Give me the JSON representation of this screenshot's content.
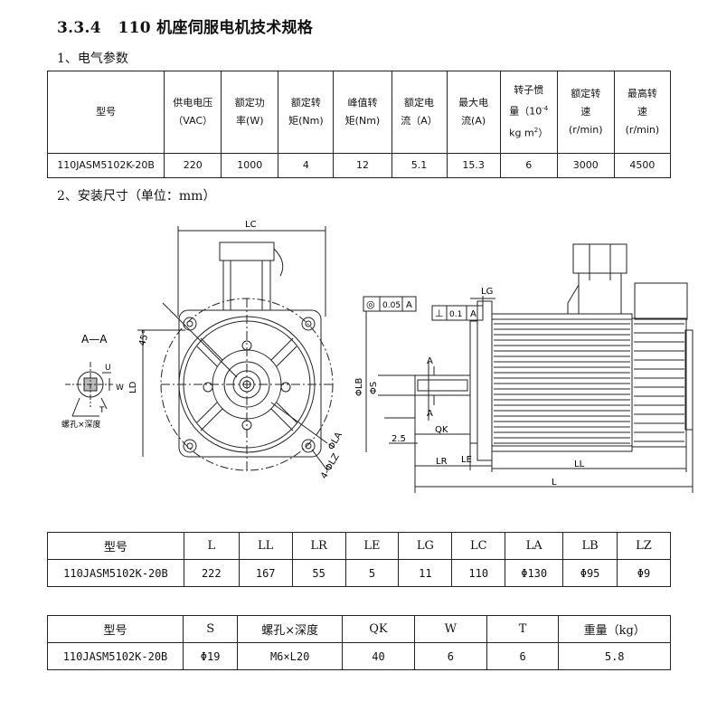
{
  "heading": {
    "number": "3.3.4",
    "text": "110 机座伺服电机技术规格"
  },
  "section1": "1、电气参数",
  "section2": "2、安装尺寸（单位：mm）",
  "elec_table": {
    "headers": [
      [
        "型号"
      ],
      [
        "供电电压",
        "（VAC）"
      ],
      [
        "额定功",
        "率(W)"
      ],
      [
        "额定转",
        "矩(Nm)"
      ],
      [
        "峰值转",
        "矩(Nm)"
      ],
      [
        "额定电",
        "流（A）"
      ],
      [
        "最大电",
        "流(A)"
      ],
      [
        "转子惯",
        "量（10",
        "kg m",
        "-4",
        "2",
        "）"
      ],
      [
        "额定转",
        "速",
        "(r/min)"
      ],
      [
        "最高转",
        "速",
        "(r/min)"
      ]
    ],
    "row": [
      "110JASM5102K-20B",
      "220",
      "1000",
      "4",
      "12",
      "5.1",
      "15.3",
      "6",
      "3000",
      "4500"
    ]
  },
  "dim_table": {
    "headers": [
      "型号",
      "L",
      "LL",
      "LR",
      "LE",
      "LG",
      "LC",
      "LA",
      "LB",
      "LZ"
    ],
    "row": [
      "110JASM5102K-20B",
      "222",
      "167",
      "55",
      "5",
      "11",
      "110",
      "Φ130",
      "Φ95",
      "Φ9"
    ]
  },
  "shaft_table": {
    "headers": [
      "型号",
      "S",
      "螺孔×深度",
      "QK",
      "W",
      "T",
      "重量（kg）"
    ],
    "row": [
      "110JASM5102K-20B",
      "Φ19",
      "M6×L20",
      "40",
      "6",
      "6",
      "5.8"
    ]
  },
  "drawing": {
    "section_label": "A—A",
    "hole_note": "螺孔×深度",
    "labels": {
      "LC": "LC",
      "angle": "45°",
      "LD": "LD",
      "LA": "ΦLA",
      "LZ": "4-ΦLZ",
      "U": "U",
      "W": "W",
      "T": "T",
      "tol1_sym": "◎",
      "tol1_val": "0.05",
      "tol1_ref": "A",
      "tol2_sym": "⊥",
      "tol2_val": "0.1",
      "tol2_ref": "A",
      "LG": "LG",
      "LB": "ΦLB",
      "S": "ΦS",
      "A1": "A",
      "A2": "A",
      "QK": "QK",
      "d25": "2.5",
      "LR": "LR",
      "LE": "LE",
      "LL": "LL",
      "L": "L"
    }
  }
}
